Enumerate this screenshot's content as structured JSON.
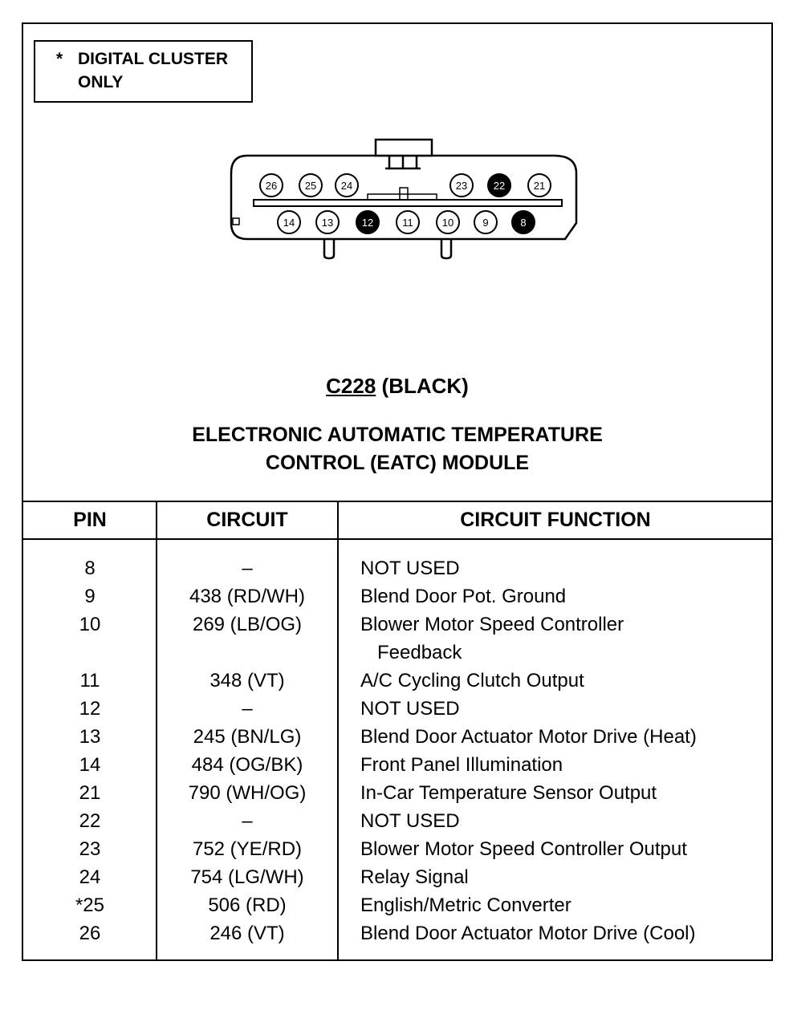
{
  "note": {
    "star": "*",
    "line1": "DIGITAL CLUSTER",
    "line2": "ONLY"
  },
  "connector": {
    "top_row": [
      {
        "pin": "26",
        "filled": false
      },
      {
        "pin": "25",
        "filled": false
      },
      {
        "pin": "24",
        "filled": false
      },
      {
        "pin": "23",
        "filled": false
      },
      {
        "pin": "22",
        "filled": true
      },
      {
        "pin": "21",
        "filled": false
      }
    ],
    "bottom_row": [
      {
        "pin": "14",
        "filled": false
      },
      {
        "pin": "13",
        "filled": false
      },
      {
        "pin": "12",
        "filled": true
      },
      {
        "pin": "11",
        "filled": false
      },
      {
        "pin": "10",
        "filled": false
      },
      {
        "pin": "9",
        "filled": false
      },
      {
        "pin": "8",
        "filled": true
      }
    ],
    "colors": {
      "outline": "#000000",
      "filled_pin": "#000000",
      "empty_pin": "#ffffff"
    }
  },
  "title": {
    "connector_id": "C228",
    "connector_color": " (BLACK)",
    "line1": "ELECTRONIC AUTOMATIC TEMPERATURE",
    "line2": "CONTROL (EATC) MODULE"
  },
  "table": {
    "headers": {
      "pin": "PIN",
      "circuit": "CIRCUIT",
      "function": "CIRCUIT FUNCTION"
    },
    "rows": [
      {
        "pin": "8",
        "circuit": "–",
        "function": "NOT USED",
        "function2": ""
      },
      {
        "pin": "9",
        "circuit": "438 (RD/WH)",
        "function": "Blend Door Pot. Ground",
        "function2": ""
      },
      {
        "pin": "10",
        "circuit": "269 (LB/OG)",
        "function": "Blower Motor Speed Controller",
        "function2": "Feedback"
      },
      {
        "pin": "11",
        "circuit": "348 (VT)",
        "function": "A/C Cycling Clutch Output",
        "function2": ""
      },
      {
        "pin": "12",
        "circuit": "–",
        "function": "NOT USED",
        "function2": ""
      },
      {
        "pin": "13",
        "circuit": "245 (BN/LG)",
        "function": "Blend Door Actuator Motor Drive (Heat)",
        "function2": ""
      },
      {
        "pin": "14",
        "circuit": "484 (OG/BK)",
        "function": "Front Panel Illumination",
        "function2": ""
      },
      {
        "pin": "21",
        "circuit": "790 (WH/OG)",
        "function": "In-Car Temperature Sensor Output",
        "function2": ""
      },
      {
        "pin": "22",
        "circuit": "–",
        "function": "NOT USED",
        "function2": ""
      },
      {
        "pin": "23",
        "circuit": "752 (YE/RD)",
        "function": "Blower Motor Speed Controller Output",
        "function2": ""
      },
      {
        "pin": "24",
        "circuit": "754 (LG/WH)",
        "function": "Relay Signal",
        "function2": ""
      },
      {
        "pin": "*25",
        "circuit": "506 (RD)",
        "function": "English/Metric Converter",
        "function2": ""
      },
      {
        "pin": "26",
        "circuit": "246 (VT)",
        "function": "Blend Door Actuator Motor Drive (Cool)",
        "function2": ""
      }
    ]
  }
}
